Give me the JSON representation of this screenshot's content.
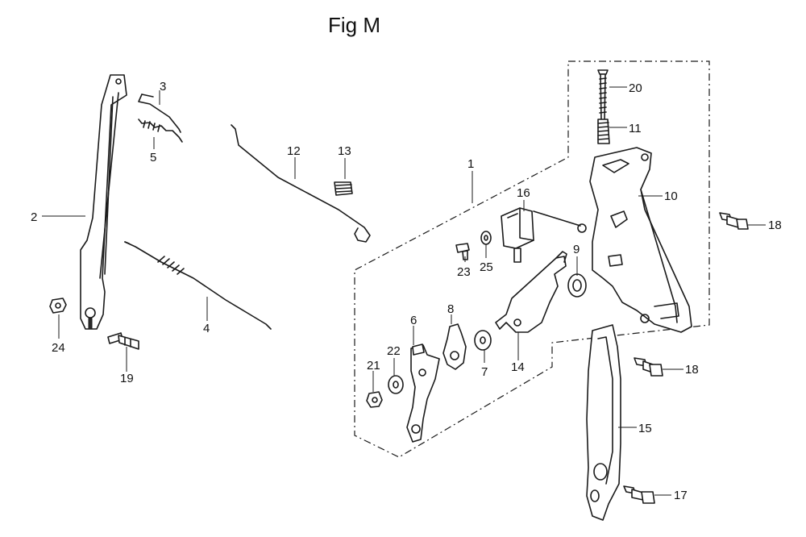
{
  "figure": {
    "title": "Fig M"
  },
  "callouts": {
    "p1": "1",
    "p2": "2",
    "p3": "3",
    "p4": "4",
    "p5": "5",
    "p6": "6",
    "p7": "7",
    "p8": "8",
    "p9": "9",
    "p10": "10",
    "p11": "11",
    "p12": "12",
    "p13": "13",
    "p14": "14",
    "p15": "15",
    "p16": "16",
    "p17": "17",
    "p18a": "18",
    "p18b": "18",
    "p19": "19",
    "p20": "20",
    "p21": "21",
    "p22": "22",
    "p23": "23",
    "p24": "24",
    "p25": "25"
  }
}
